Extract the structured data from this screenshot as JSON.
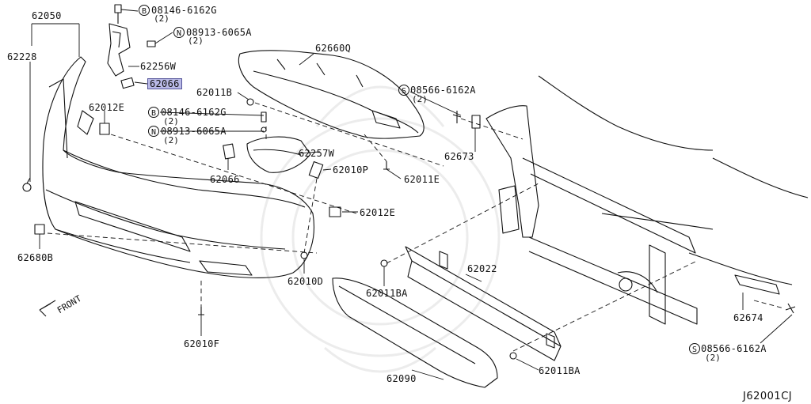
{
  "parts": {
    "p62050": "62050",
    "p62228": "62228",
    "p08146_top": "08146-6162G",
    "p08146_top_qty": "(2)",
    "p08913_top": "08913-6065A",
    "p08913_top_qty": "(2)",
    "p62256W": "62256W",
    "p62066_hl": "62066",
    "p62660Q": "62660Q",
    "p62011B": "62011B",
    "p62012E_l": "62012E",
    "p08146_mid": "08146-6162G",
    "p08146_mid_qty": "(2)",
    "p08913_mid": "08913-6065A",
    "p08913_mid_qty": "(2)",
    "p62257W": "62257W",
    "p62066": "62066",
    "p62010P": "62010P",
    "p62011E": "62011E",
    "p08566_top": "08566-6162A",
    "p08566_top_qty": "(2)",
    "p62673": "62673",
    "p62012E_r": "62012E",
    "p62680B": "62680B",
    "p62010D": "62010D",
    "p62011BA_l": "62011BA",
    "p62022": "62022",
    "p62010F": "62010F",
    "p62674": "62674",
    "p08566_bot": "08566-6162A",
    "p08566_bot_qty": "(2)",
    "p62090": "62090",
    "p62011BA_r": "62011BA"
  },
  "symbols": {
    "B": "B",
    "N": "N",
    "S": "S"
  },
  "front_label": "FRONT",
  "diagram_code": "J62001CJ",
  "colors": {
    "highlight": "#b9b9e6",
    "line": "#111111"
  }
}
